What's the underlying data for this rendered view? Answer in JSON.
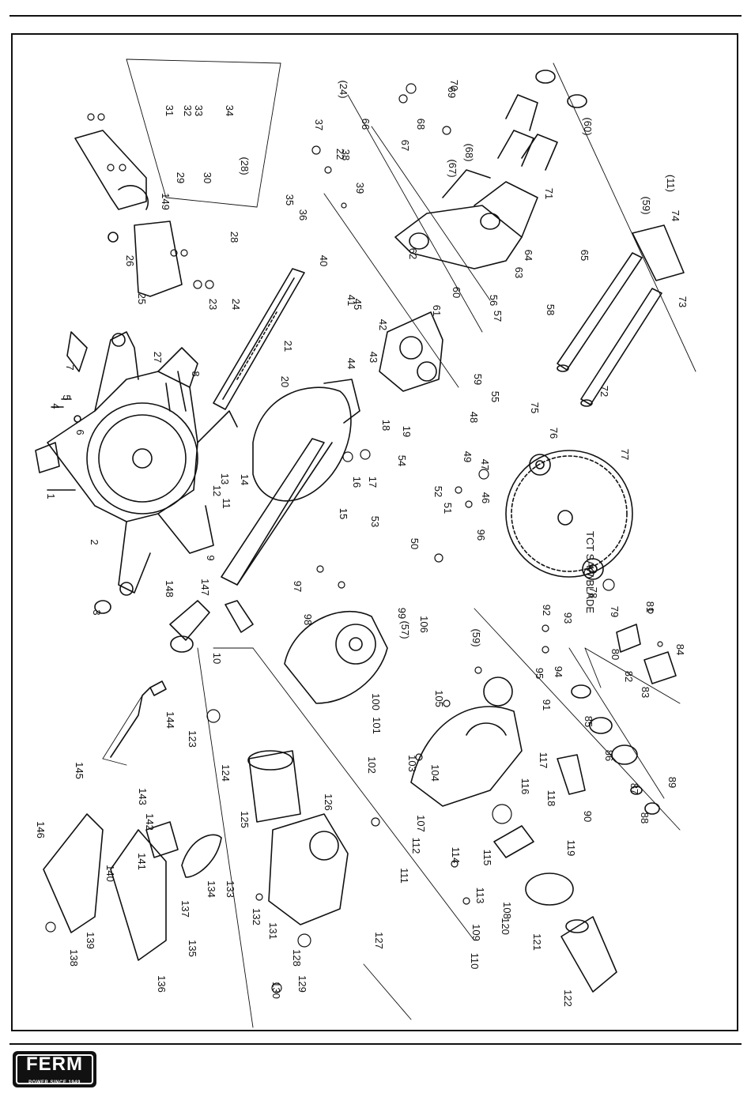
{
  "brand": {
    "name": "FERM",
    "slogan": "POWER SINCE 1949"
  },
  "diagram": {
    "labels": [
      "1",
      "2",
      "3",
      "4",
      "5",
      "6",
      "7",
      "8",
      "9",
      "10",
      "11",
      "12",
      "13",
      "14",
      "15",
      "16",
      "17",
      "18",
      "19",
      "20",
      "21",
      "22",
      "23",
      "24",
      "25",
      "26",
      "27",
      "28",
      "29",
      "30",
      "31",
      "32",
      "33",
      "34",
      "35",
      "36",
      "37",
      "38",
      "39",
      "40",
      "41",
      "42",
      "43",
      "44",
      "45",
      "46",
      "47",
      "48",
      "49",
      "50",
      "51",
      "52",
      "53",
      "54",
      "55",
      "56",
      "57",
      "58",
      "59",
      "60",
      "61",
      "62",
      "63",
      "64",
      "65",
      "66",
      "67",
      "68",
      "69",
      "70",
      "71",
      "72",
      "73",
      "74",
      "75",
      "76",
      "77",
      "78",
      "79",
      "80",
      "81",
      "82",
      "83",
      "84",
      "85",
      "86",
      "87",
      "88",
      "89",
      "90",
      "91",
      "92",
      "93",
      "94",
      "95",
      "96",
      "97",
      "98",
      "99",
      "100",
      "101",
      "102",
      "103",
      "104",
      "105",
      "106",
      "107",
      "108",
      "109",
      "110",
      "111",
      "112",
      "113",
      "114",
      "115",
      "116",
      "117",
      "118",
      "119",
      "120",
      "121",
      "122",
      "123",
      "124",
      "125",
      "126",
      "127",
      "128",
      "129",
      "130",
      "131",
      "132",
      "133",
      "134",
      "135",
      "136",
      "137",
      "138",
      "139",
      "140",
      "141",
      "142",
      "143",
      "144",
      "145",
      "146",
      "147",
      "148",
      "149",
      "(24)",
      "(28)",
      "(11)",
      "(59)",
      "(60)",
      "(67)",
      "(68)",
      "(57)",
      "(59)"
    ],
    "blade_text": "TCT SAW BLADE"
  },
  "colors": {
    "ink": "#111111",
    "paper": "#ffffff"
  }
}
